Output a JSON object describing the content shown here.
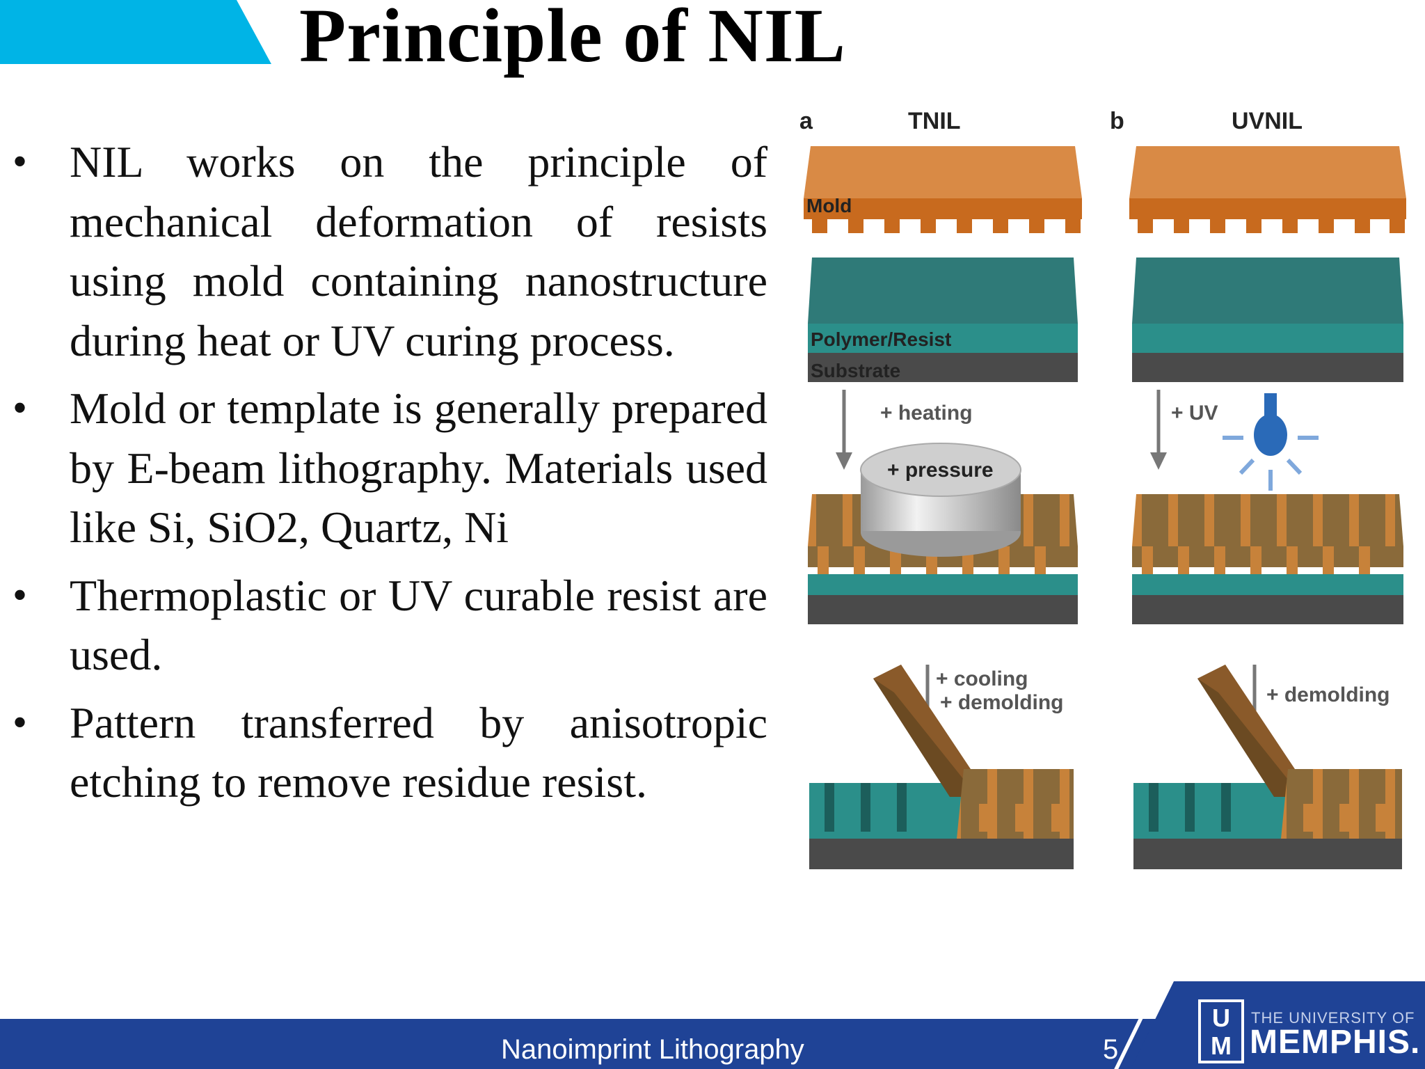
{
  "slide": {
    "title": "Principle of NIL",
    "bullets": [
      "NIL works on the principle of mechanical deformation of resists using mold containing nanostructure during heat or UV curing process.",
      "Mold or template is generally prepared by E-beam lithography. Materials used like Si, SiO2, Quartz, Ni",
      "Thermoplastic or UV curable resist are used.",
      "Pattern transferred by anisotropic etching to remove residue resist."
    ]
  },
  "figure": {
    "panel_a": {
      "letter": "a",
      "heading": "TNIL"
    },
    "panel_b": {
      "letter": "b",
      "heading": "UVNIL"
    },
    "labels": {
      "mold": "Mold",
      "resist": "Polymer/Resist",
      "substrate": "Substrate",
      "heating": "+ heating",
      "pressure": "+ pressure",
      "uv": "+ UV",
      "cooling": "+ cooling",
      "demolding_a": "+ demolding",
      "demolding_b": "+ demolding"
    },
    "colors": {
      "mold": "#c86a1e",
      "mold_top": "#d98a45",
      "resist": "#2b8f8a",
      "resist_top": "#2f7a78",
      "substrate": "#4a4a4a",
      "press": "#d0d0d0",
      "uv_lamp": "#2a6ab8"
    }
  },
  "footer": {
    "title": "Nanoimprint Lithography",
    "page": "5",
    "university_top": "THE UNIVERSITY OF",
    "university_name": "MEMPHIS.",
    "logo_letters": "UM"
  }
}
